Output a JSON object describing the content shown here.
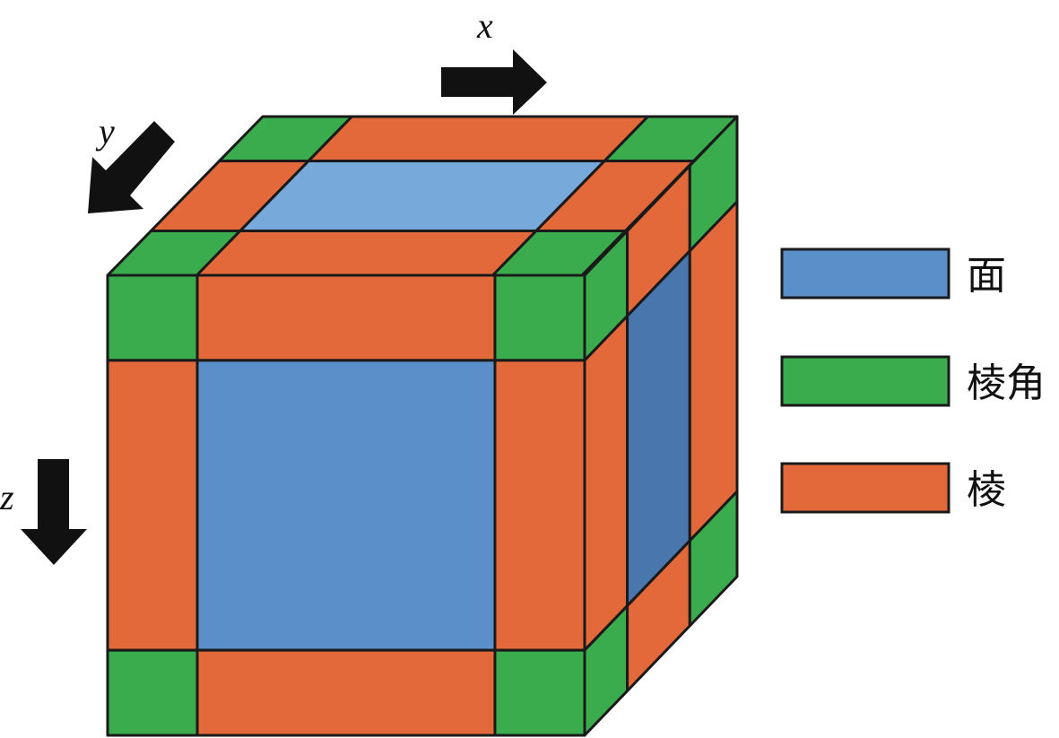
{
  "axes": {
    "x": "x",
    "y": "y",
    "z": "z"
  },
  "legend": [
    {
      "label": "面",
      "color": "#5b8fca"
    },
    {
      "label": "棱角",
      "color": "#3aac4e"
    },
    {
      "label": "棱",
      "color": "#e4693a"
    }
  ],
  "colors": {
    "face_front": "#5b8fca",
    "face_top": "#77a9da",
    "face_right": "#4876ad",
    "corner": "#3aac4e",
    "edge": "#e4693a",
    "outline": "#1a1a1a"
  }
}
